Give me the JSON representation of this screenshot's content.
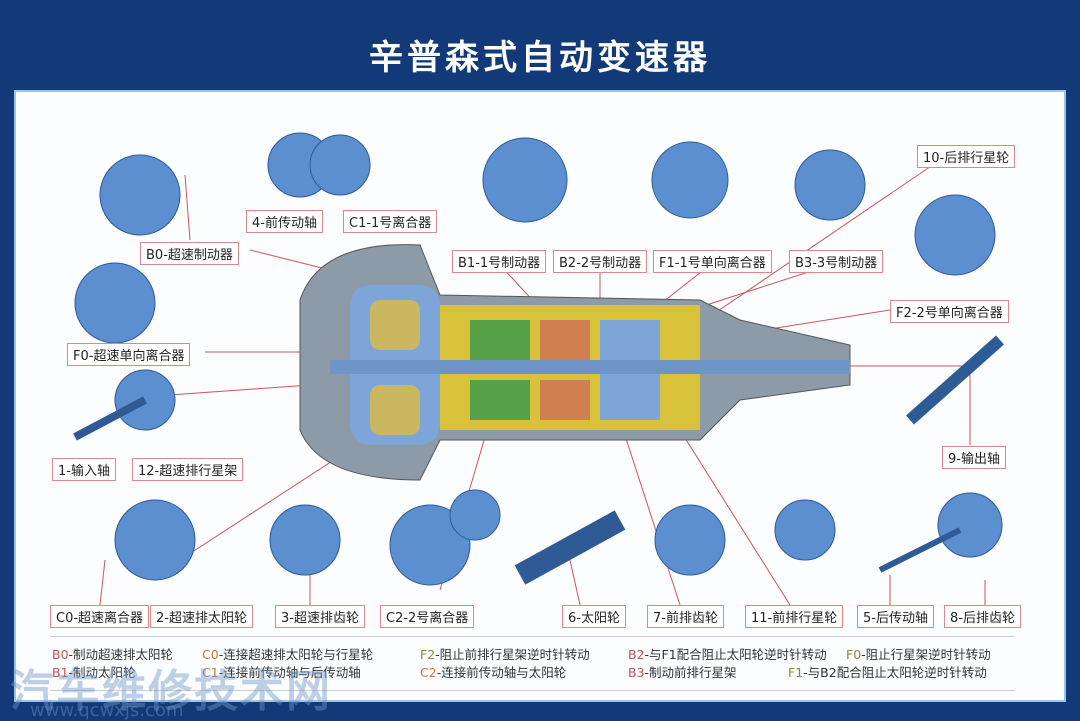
{
  "title": "辛普森式自动变速器",
  "colors": {
    "frame": "#123a78",
    "part_blue": "#5b8fd0",
    "label_border": "#d88"
  },
  "labels": {
    "b0": "B0-超速制动器",
    "l4": "4-前传动轴",
    "c1": "C1-1号离合器",
    "b1": "B1-1号制动器",
    "b2": "B2-2号制动器",
    "f1": "F1-1号单向离合器",
    "b3": "B3-3号制动器",
    "l10": "10-后排行星轮",
    "f2": "F2-2号单向离合器",
    "f0": "F0-超速单向离合器",
    "l1": "1-输入轴",
    "l12": "12-超速排行星架",
    "l9": "9-输出轴",
    "c0": "C0-超速离合器",
    "l2": "2-超速排太阳轮",
    "l3": "3-超速排齿轮",
    "c2": "C2-2号离合器",
    "l6": "6-太阳轮",
    "l7": "7-前排齿轮",
    "l11": "11-前排行星轮",
    "l5": "5-后传动轴",
    "l8": "8-后排齿轮"
  },
  "legend": {
    "row1": [
      {
        "code": "B0",
        "text": "-制动超速排太阳轮"
      },
      {
        "code": "C0",
        "text": "-连接超速排太阳轮与行星轮"
      },
      {
        "code": "F2",
        "text": "-阻止前排行星架逆时针转动"
      },
      {
        "code": "B2",
        "text": "-与F1配合阻止太阳轮逆时针转动"
      },
      {
        "code": "F0",
        "text": "-阻止行星架逆时针转动"
      }
    ],
    "row2": [
      {
        "code": "B1",
        "text": "-制动太阳轮"
      },
      {
        "code": "C1",
        "text": "-连接前传动轴与后传动轴"
      },
      {
        "code": "C2",
        "text": "-连接前传动轴与太阳轮"
      },
      {
        "code": "B3",
        "text": "-制动前排行星架"
      },
      {
        "code": "F1",
        "text": "-与B2配合阻止太阳轮逆时针转动"
      }
    ]
  },
  "watermark": {
    "name": "汽车维修技术网",
    "url": "www.qcwxjs.com"
  }
}
